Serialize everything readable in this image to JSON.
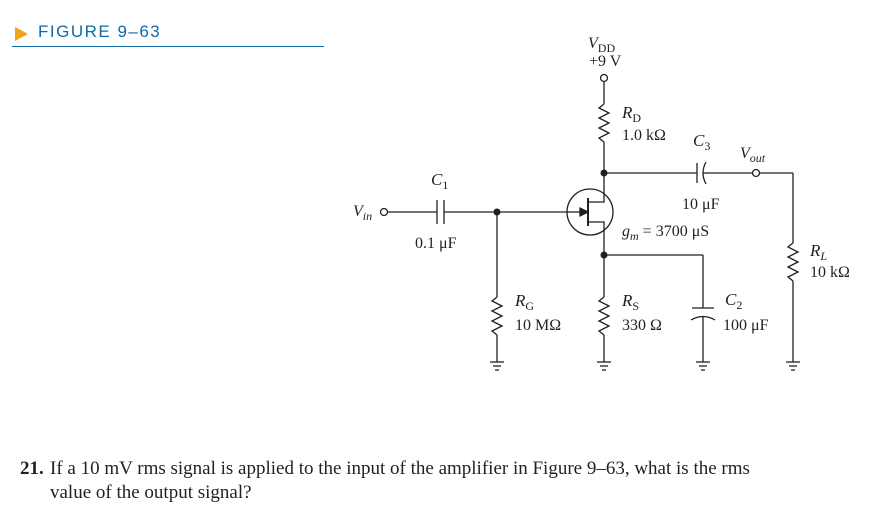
{
  "figure": {
    "label": "FIGURE 9–63",
    "accent_color": "#0f6aa6",
    "arrow_color": "#f3a21b"
  },
  "circuit": {
    "vdd": {
      "symbol": "V",
      "sub": "DD",
      "value": "+9 V"
    },
    "rd": {
      "symbol": "R",
      "sub": "D",
      "value": "1.0 kΩ"
    },
    "c3": {
      "symbol": "C",
      "sub": "3",
      "value": "10 μF"
    },
    "vout": {
      "symbol": "V",
      "sub": "out"
    },
    "c1": {
      "symbol": "C",
      "sub": "1",
      "value": "0.1 μF"
    },
    "vin": {
      "symbol": "V",
      "sub": "in"
    },
    "gm": {
      "symbol": "g",
      "sub": "m",
      "rest": " = 3700 μS"
    },
    "rl": {
      "symbol": "R",
      "sub": "L",
      "value": "10 kΩ"
    },
    "rg": {
      "symbol": "R",
      "sub": "G",
      "value": "10 MΩ"
    },
    "rs": {
      "symbol": "R",
      "sub": "S",
      "value": "330 Ω"
    },
    "c2": {
      "symbol": "C",
      "sub": "2",
      "value": "100 μF"
    }
  },
  "question": {
    "number": "21.",
    "line1": "If a 10 mV rms signal is applied to the input of the amplifier in Figure 9–63, what is the rms",
    "line2": "value of the output signal?"
  }
}
